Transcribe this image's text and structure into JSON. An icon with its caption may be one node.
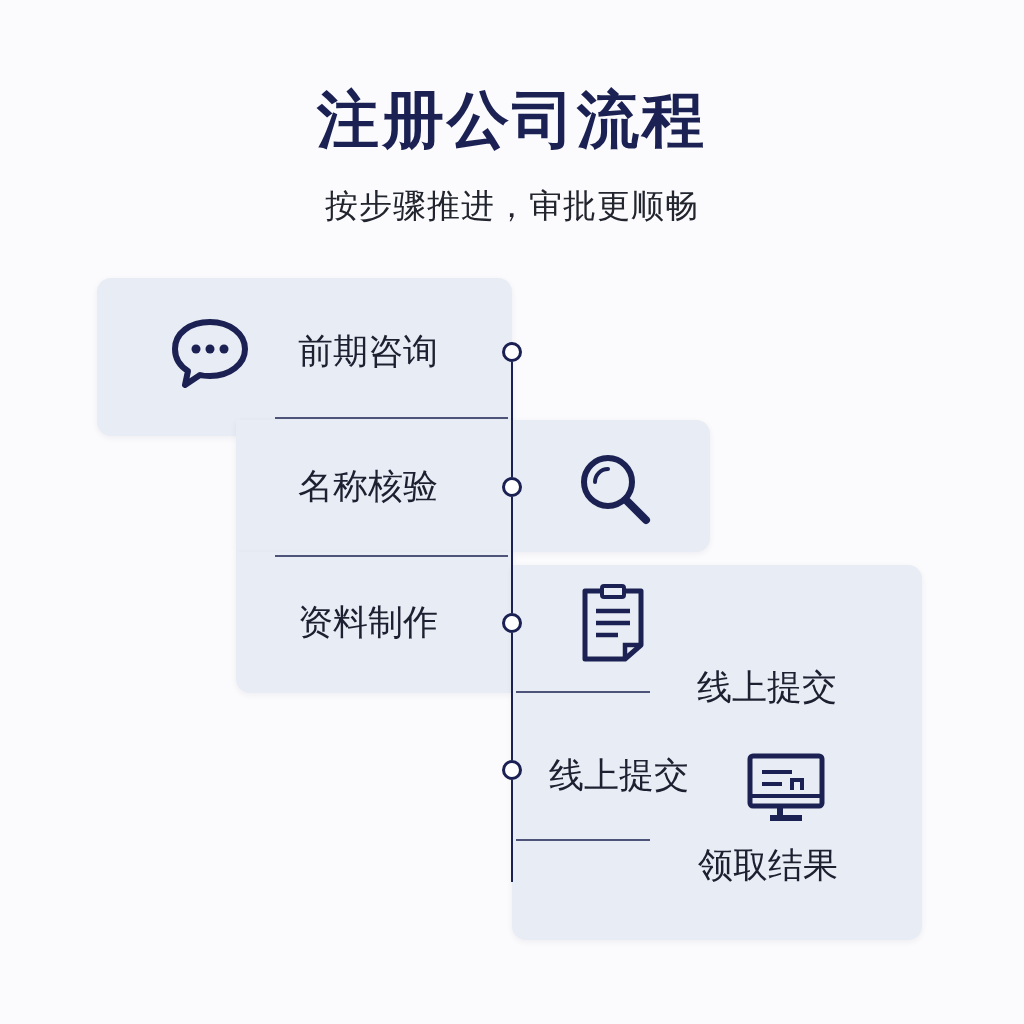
{
  "diagram": {
    "title": "注册公司流程",
    "nodes": [
      {
        "text": [
          "前期咨询"
        ]
      },
      {
        "text": [
          "名称核验"
        ]
      },
      {
        "text": [
          "资料制作"
        ]
      },
      {
        "text": [
          "线上提交",
          "线上提交",
          "领取结果"
        ]
      },
      {
        "text": [],
        "shape": "circle"
      },
      {
        "text": [],
        "shape": "circle",
        "in": 1
      },
      {
        "text": [],
        "shape": "circle"
      },
      {
        "text": [],
        "shape": "circle"
      }
    ],
    "edges": [
      {
        "from": 4,
        "to": 5,
        "arrow": "none"
      },
      {
        "from": 5,
        "to": 6,
        "arrow": "none"
      },
      {
        "from": 6,
        "to": 7,
        "arrow": "none"
      }
    ],
    "labels": [
      "按步骤推进，审批更顺畅"
    ]
  }
}
